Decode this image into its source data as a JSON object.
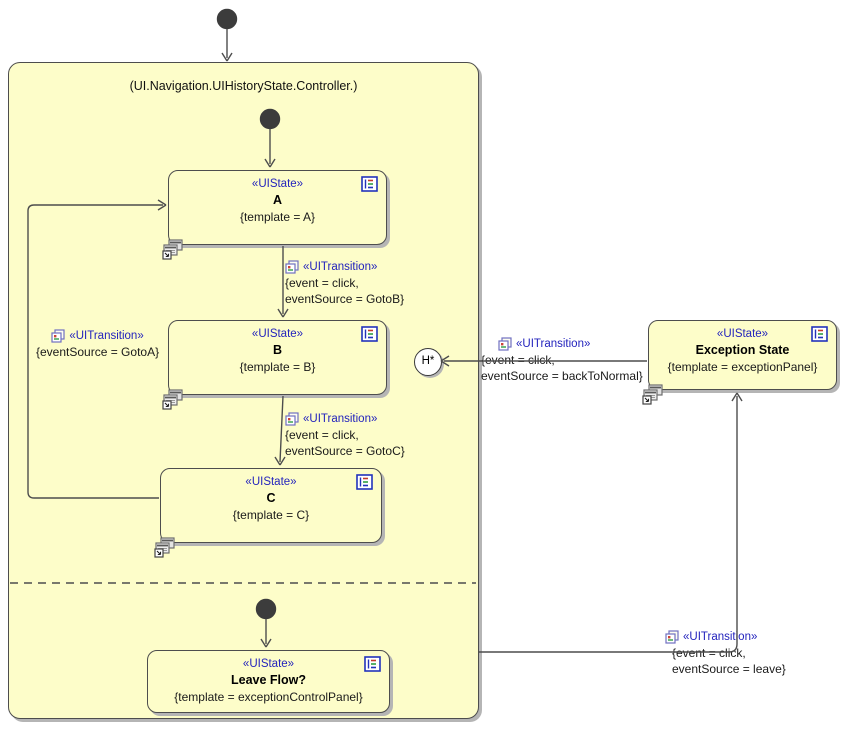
{
  "diagram": {
    "title": "(UI.Navigation.UIHistoryState.Controller.)",
    "history_label": "H*",
    "states": {
      "a": {
        "stereotype": "«UIState»",
        "name": "A",
        "constraint": "{template = A}"
      },
      "b": {
        "stereotype": "«UIState»",
        "name": "B",
        "constraint": "{template = B}"
      },
      "c": {
        "stereotype": "«UIState»",
        "name": "C",
        "constraint": "{template = C}"
      },
      "leave_flow": {
        "stereotype": "«UIState»",
        "name": "Leave Flow?",
        "constraint": "{template = exceptionControlPanel}"
      },
      "exception": {
        "stereotype": "«UIState»",
        "name": "Exception State",
        "constraint": "{template = exceptionPanel}"
      }
    },
    "transitions": {
      "goto_b": {
        "stereotype": "«UITransition»",
        "line1": "{event = click,",
        "line2": "eventSource = GotoB}"
      },
      "goto_c": {
        "stereotype": "«UITransition»",
        "line1": "{event = click,",
        "line2": "eventSource = GotoC}"
      },
      "goto_a": {
        "stereotype": "«UITransition»",
        "line1": "{eventSource = GotoA}"
      },
      "back_to_normal": {
        "stereotype": "«UITransition»",
        "line1": "{event = click,",
        "line2": "eventSource = backToNormal}"
      },
      "leave": {
        "stereotype": "«UITransition»",
        "line1": "{event = click,",
        "line2": "eventSource = leave}"
      }
    },
    "icons": {
      "entry_actions": "entry-actions-list-icon",
      "submachine": "submachine-windows-icon",
      "transition_stereotype": "stereotyped-element-icon"
    },
    "colors": {
      "state_fill": "#FDFDC9",
      "line": "#4D4D4D",
      "stereotype_text": "#2323BD",
      "shadow": "#B5B5B5",
      "initial_node": "#3C3C3C"
    }
  }
}
